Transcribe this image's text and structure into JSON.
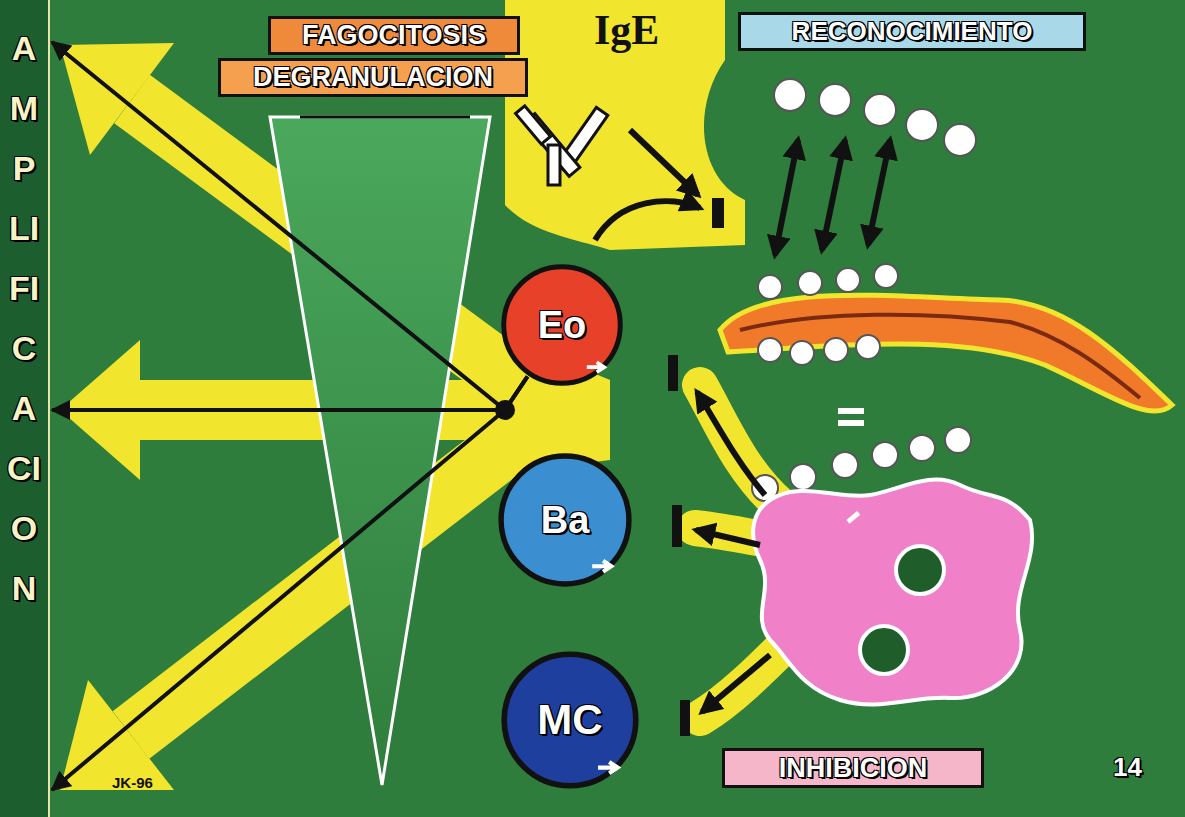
{
  "diagram": {
    "nodes": [
      {
        "text": [
          "AMPLIFICACION"
        ]
      },
      {
        "text": [
          "FAGOCITOSIS"
        ]
      },
      {
        "text": [
          "DEGRANULACION"
        ]
      },
      {
        "text": [
          "RECONOCIMIENTO"
        ]
      },
      {
        "text": [
          "Eo"
        ]
      },
      {
        "text": [
          "Ba"
        ]
      },
      {
        "text": [
          "MC"
        ]
      },
      {
        "text": [
          "INHIBICION"
        ]
      }
    ],
    "edges": [
      {
        "from": 4,
        "to": 0,
        "arrow": "to"
      },
      {
        "from": 4,
        "to": 0,
        "arrow": "to"
      },
      {
        "from": 4,
        "to": 0,
        "arrow": "to"
      }
    ],
    "labels": [
      "IgE",
      "14",
      "JK-96"
    ]
  }
}
